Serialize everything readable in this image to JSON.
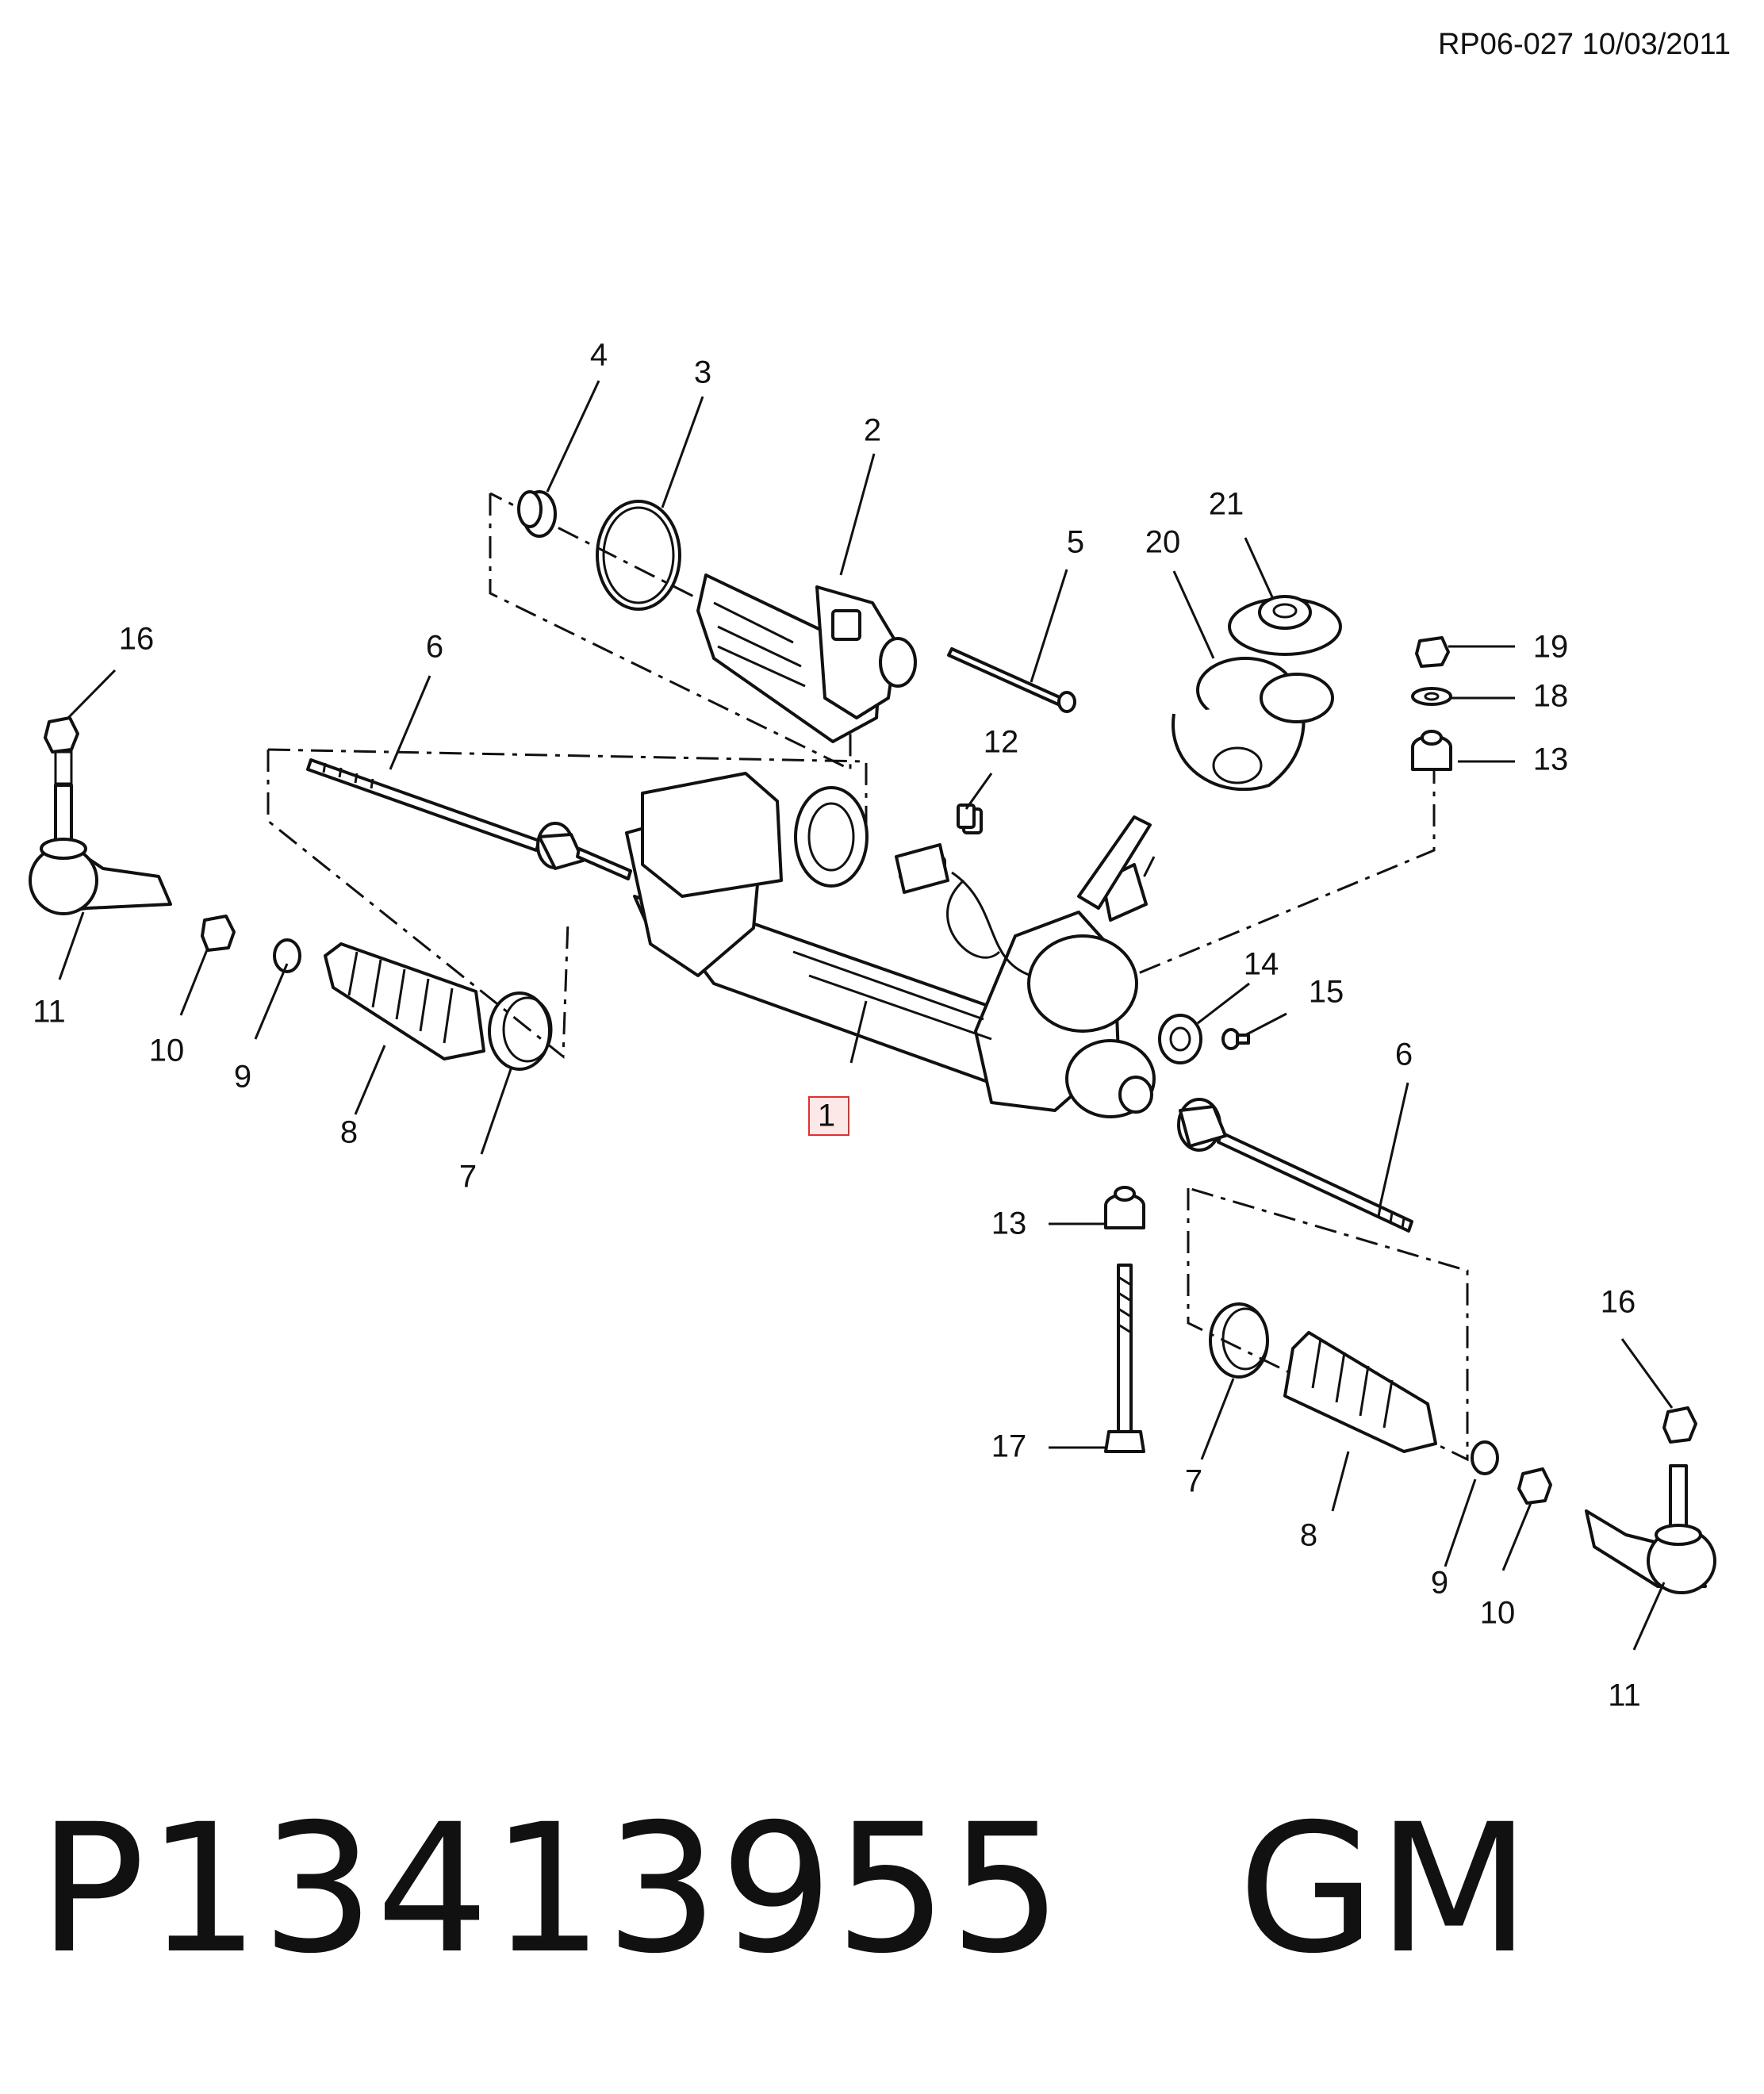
{
  "reference": "RP06-027 10/03/2011",
  "footer": {
    "part_number": "P13413955",
    "brand": "GM"
  },
  "callouts": {
    "c1": "1",
    "c2": "2",
    "c3": "3",
    "c4": "4",
    "c5": "5",
    "c6a": "6",
    "c6b": "6",
    "c7a": "7",
    "c7b": "7",
    "c8a": "8",
    "c8b": "8",
    "c9a": "9",
    "c9b": "9",
    "c10a": "10",
    "c10b": "10",
    "c11a": "11",
    "c11b": "11",
    "c12": "12",
    "c13a": "13",
    "c13b": "13",
    "c14": "14",
    "c15": "15",
    "c16a": "16",
    "c16b": "16",
    "c17": "17",
    "c18": "18",
    "c19": "19",
    "c20": "20",
    "c21": "21"
  },
  "highlight": {
    "callout": "c1",
    "color": "#e03030"
  }
}
